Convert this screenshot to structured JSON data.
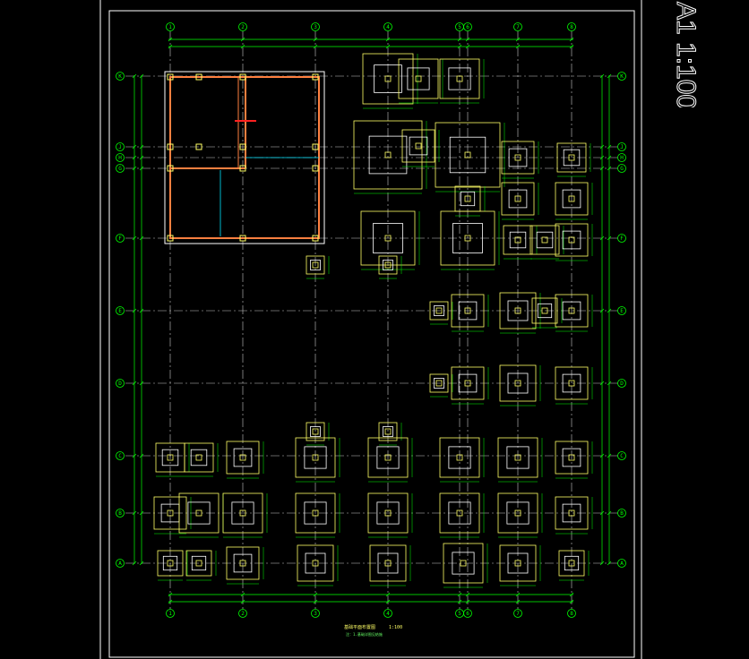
{
  "drawing": {
    "scale_label": "A1 1:100",
    "caption_title": "基础平面布置图",
    "caption_scale": "1:100",
    "caption_note": "注：1.基础详图见结施"
  },
  "grid": {
    "columns": [
      "1",
      "2",
      "3",
      "4",
      "5",
      "6",
      "7",
      "8"
    ],
    "rows": [
      "K",
      "J",
      "H",
      "G",
      "F",
      "E",
      "D",
      "C",
      "B",
      "A"
    ]
  },
  "colors": {
    "background": "#000000",
    "grid_line": "#00ff00",
    "axis_dash": "#c8c8c8",
    "footing_outer": "#ffff66",
    "footing_inner": "#ffffff",
    "dimension": "#00ff00",
    "beam": "#ff8040",
    "section_mark": "#ff2020",
    "cyan_dim": "#00e5ff",
    "frame": "#ffffff"
  }
}
